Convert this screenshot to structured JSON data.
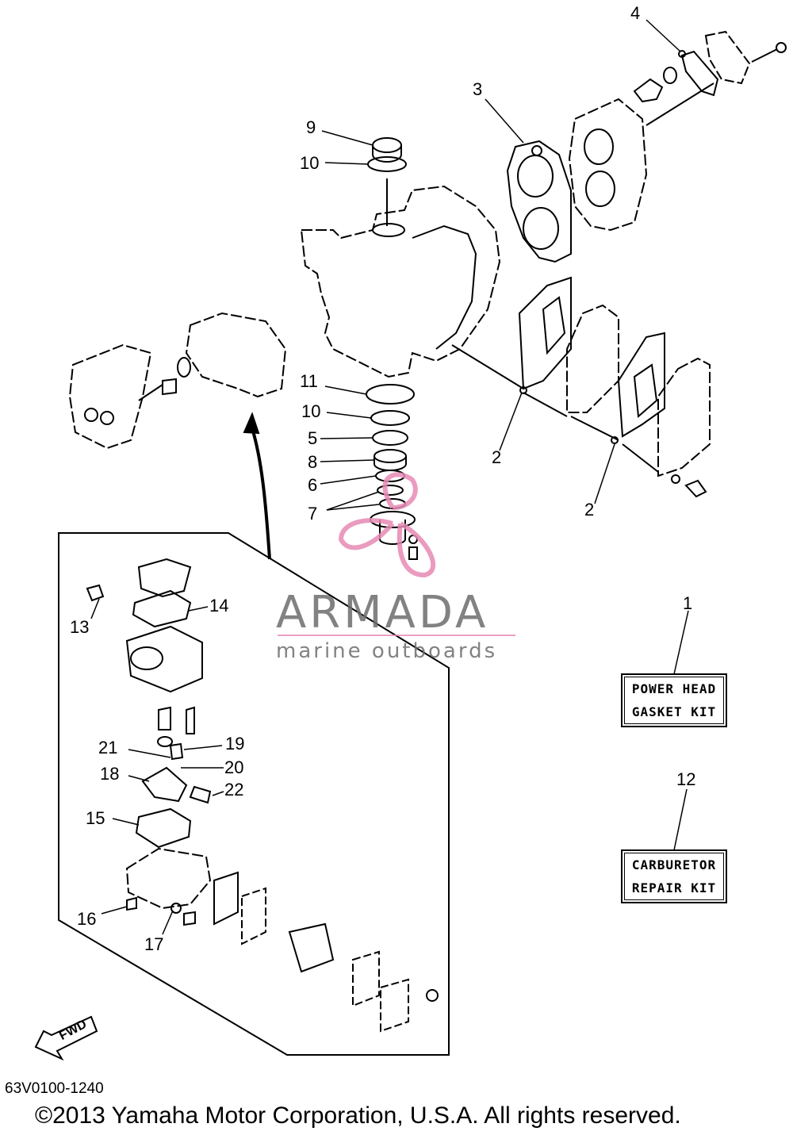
{
  "callouts": {
    "c1": "1",
    "c2a": "2",
    "c2b": "2",
    "c3": "3",
    "c4": "4",
    "c5": "5",
    "c6": "6",
    "c7": "7",
    "c8": "8",
    "c9": "9",
    "c10a": "10",
    "c10b": "10",
    "c11": "11",
    "c12": "12",
    "c13": "13",
    "c14": "14",
    "c15": "15",
    "c16": "16",
    "c17": "17",
    "c18": "18",
    "c19": "19",
    "c20": "20",
    "c21": "21",
    "c22": "22"
  },
  "kits": {
    "power_head": {
      "line1": "POWER HEAD",
      "line2": "GASKET KIT"
    },
    "carburetor": {
      "line1": "CARBURETOR",
      "line2": "REPAIR KIT"
    }
  },
  "watermark": {
    "title": "ARMADA",
    "subtitle": "marine outboards",
    "accent_color": "#e78ab5",
    "text_color": "#6d6d6d"
  },
  "fwd_label": "FWD",
  "diagram_code": "63V0100-1240",
  "copyright": "©2013 Yamaha Motor Corporation, U.S.A. All rights reserved."
}
